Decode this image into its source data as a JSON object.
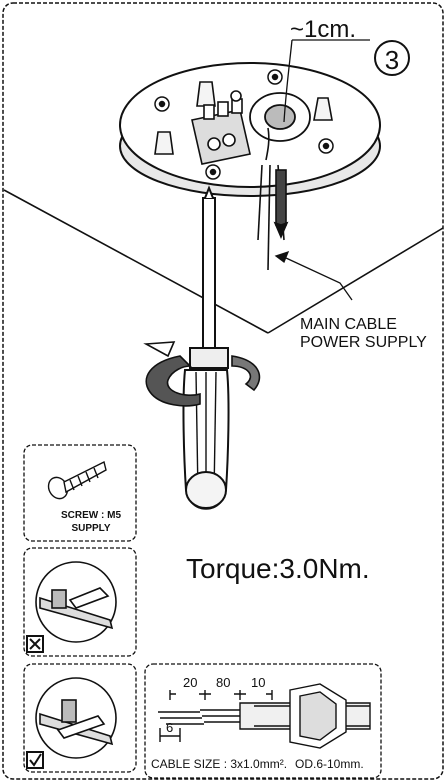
{
  "labels": {
    "distance": "~1cm.",
    "step_number": "3",
    "main_cable_line1": "MAIN CABLE",
    "main_cable_line2": "POWER SUPPLY",
    "screw_line1": "SCREW : M5",
    "screw_line2": "SUPPLY",
    "torque": "Torque:3.0Nm.",
    "strip_dim_1": "20",
    "strip_dim_2": "80",
    "strip_dim_3": "10",
    "strip_dim_4": "6",
    "cable_size": "CABLE SIZE : 3x1.0mm².",
    "cable_od": "OD.6-10mm."
  },
  "icons": {
    "wrong": "cross-box-icon",
    "correct": "check-box-icon"
  }
}
